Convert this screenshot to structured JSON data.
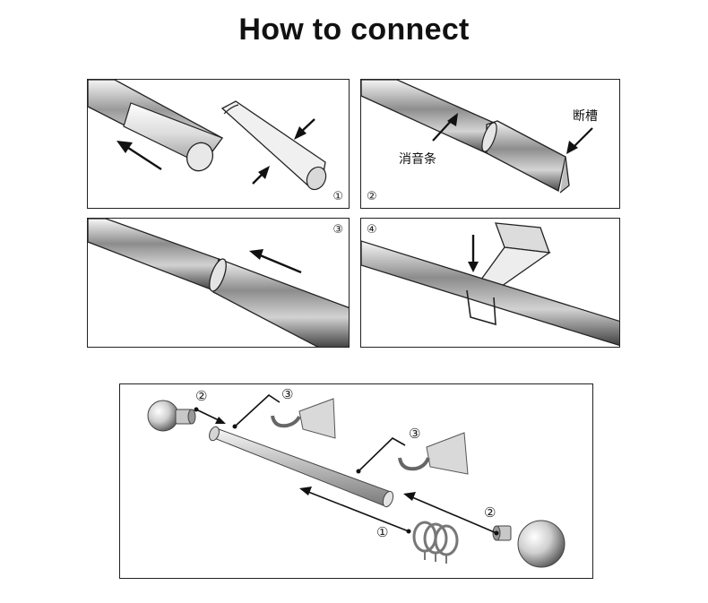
{
  "title": "How to connect",
  "panels": [
    {
      "number": "①"
    },
    {
      "number": "②",
      "labels": {
        "slot": "断槽",
        "silencer": "消音条"
      }
    },
    {
      "number": "③"
    },
    {
      "number": "④"
    }
  ],
  "assembly": {
    "step_labels": [
      "②",
      "③",
      "③",
      "②",
      "①"
    ]
  },
  "colors": {
    "stroke": "#222222",
    "metal_dark": "#555555",
    "metal_light": "#f2f2f2"
  }
}
